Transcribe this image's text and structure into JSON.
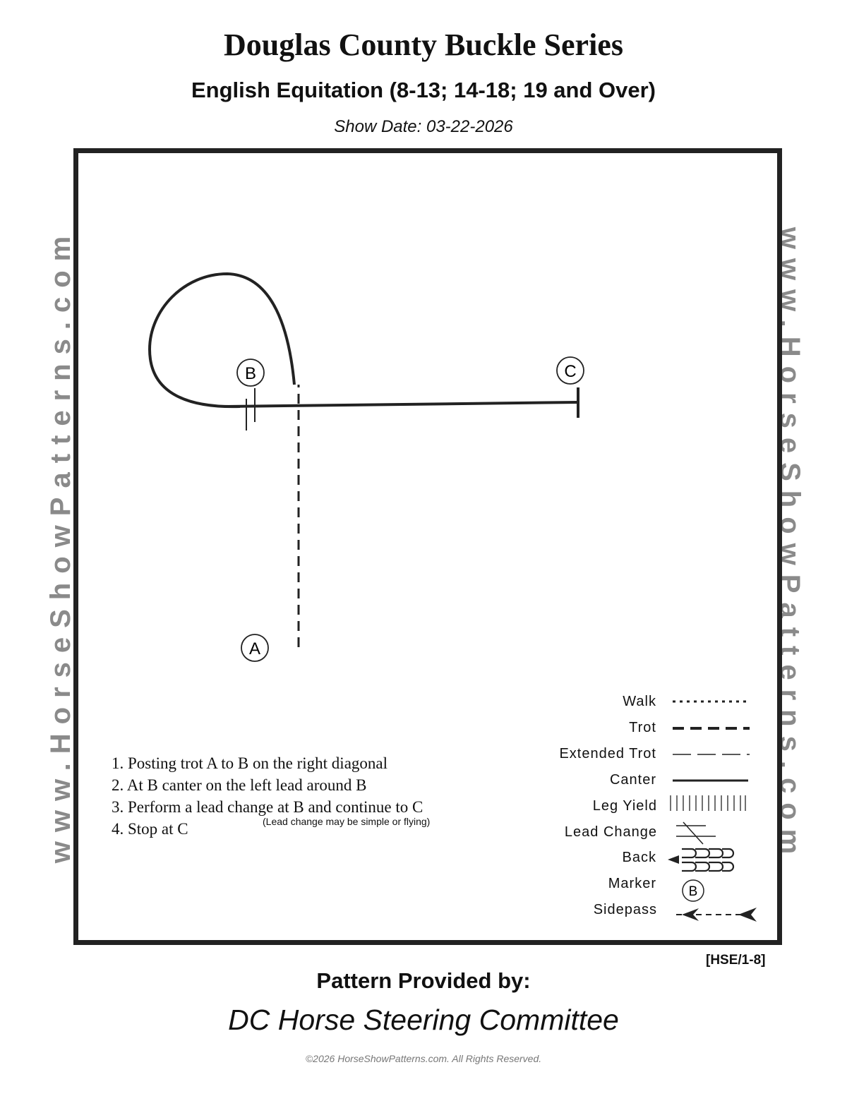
{
  "header": {
    "title": "Douglas County Buckle Series",
    "subtitle": "English Equitation (8-13; 14-18; 19 and Over)",
    "show_date": "Show Date: 03-22-2026"
  },
  "watermark": {
    "left": "www.HorseShowPatterns.com",
    "right": "www.HorseShowPatterns.com"
  },
  "markers": {
    "a": "A",
    "b": "B",
    "c": "C"
  },
  "instructions": [
    "1. Posting trot A to B on the right diagonal",
    "2. At B canter on the left lead around B",
    "3. Perform a lead change at B and continue to C",
    "4. Stop at C"
  ],
  "instruction_note": "(Lead change may be simple or flying)",
  "legend": {
    "walk": "Walk",
    "trot": "Trot",
    "extended_trot": "Extended Trot",
    "canter": "Canter",
    "leg_yield": "Leg Yield",
    "lead_change": "Lead Change",
    "back": "Back",
    "marker": "Marker",
    "marker_sample": "B",
    "sidepass": "Sidepass"
  },
  "pattern_code": "[HSE/1-8]",
  "footer": {
    "provided_by": "Pattern Provided by:",
    "committee": "DC Horse Steering Committee",
    "copyright": "©2026 HorseShowPatterns.com. All Rights Reserved."
  }
}
